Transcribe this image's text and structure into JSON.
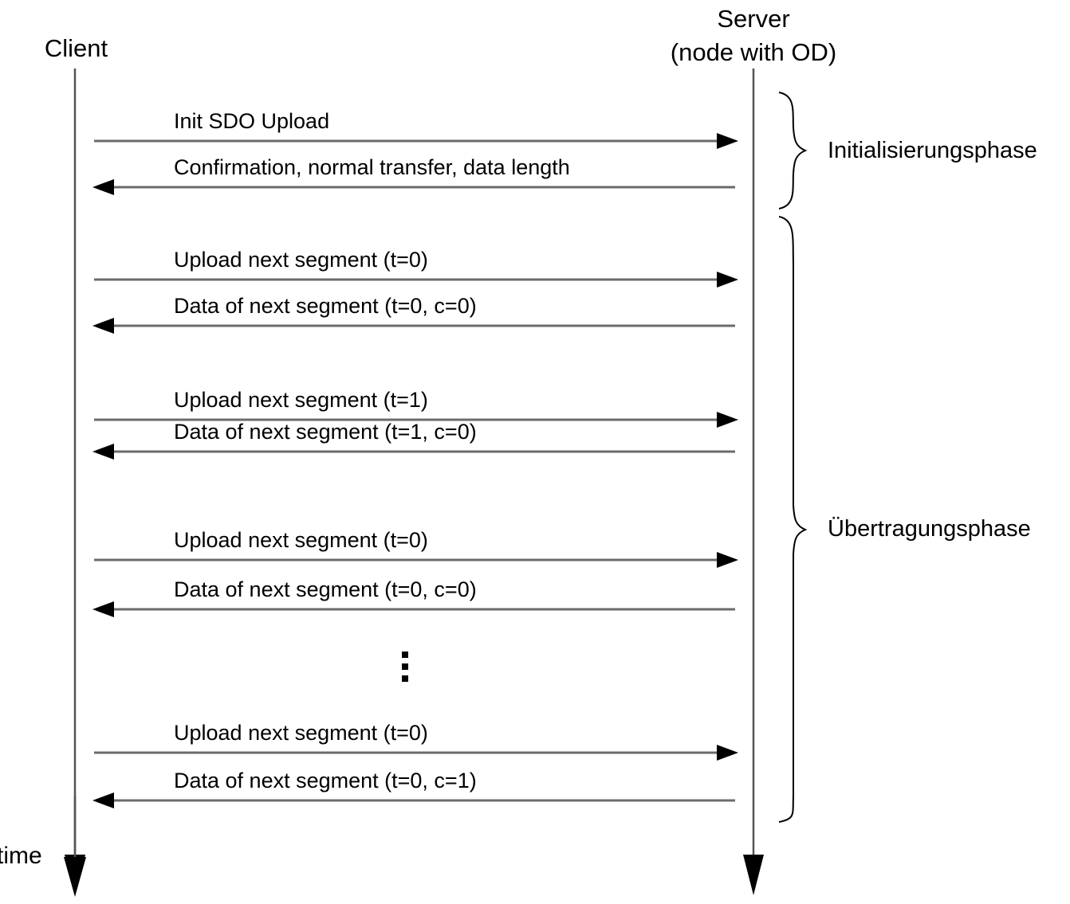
{
  "diagram": {
    "title_present": false,
    "type": "sequence-diagram",
    "colors": {
      "line": "#6b6b6b",
      "lifeline": "#555555",
      "text": "#000000",
      "background": "#ffffff",
      "arrowhead": "#000000"
    },
    "actors": [
      {
        "id": "client",
        "label": "Client",
        "sublabel": ""
      },
      {
        "id": "server",
        "label": "Server",
        "sublabel": "(node with OD)"
      }
    ],
    "time_axis": {
      "label": "time",
      "direction": "downward"
    },
    "continuation": {
      "symbol": "vertical-ellipsis",
      "dots": 3
    },
    "messages": [
      {
        "index": 1,
        "label": "Init SDO Upload",
        "direction": "client-to-server"
      },
      {
        "index": 2,
        "label": "Confirmation, normal transfer, data length",
        "direction": "server-to-client"
      },
      {
        "index": 3,
        "label": "Upload next segment (t=0)",
        "direction": "client-to-server"
      },
      {
        "index": 4,
        "label": "Data of next segment (t=0, c=0)",
        "direction": "server-to-client"
      },
      {
        "index": 5,
        "label": "Upload next segment (t=1)",
        "direction": "client-to-server"
      },
      {
        "index": 6,
        "label": "Data of next segment (t=1, c=0)",
        "direction": "server-to-client"
      },
      {
        "index": 7,
        "label": "Upload next segment (t=0)",
        "direction": "client-to-server"
      },
      {
        "index": 8,
        "label": "Data of next segment (t=0, c=0)",
        "direction": "server-to-client"
      },
      {
        "index": 9,
        "label": "Upload next segment (t=0)",
        "direction": "client-to-server"
      },
      {
        "index": 10,
        "label": "Data of next segment (t=0, c=1)",
        "direction": "server-to-client"
      }
    ],
    "phases": [
      {
        "id": "init",
        "label": "Initialisierungsphase",
        "covers_messages": [
          1,
          2
        ]
      },
      {
        "id": "transfer",
        "label": "Übertragungsphase",
        "covers_messages": [
          3,
          4,
          5,
          6,
          7,
          8,
          9,
          10
        ]
      }
    ]
  }
}
